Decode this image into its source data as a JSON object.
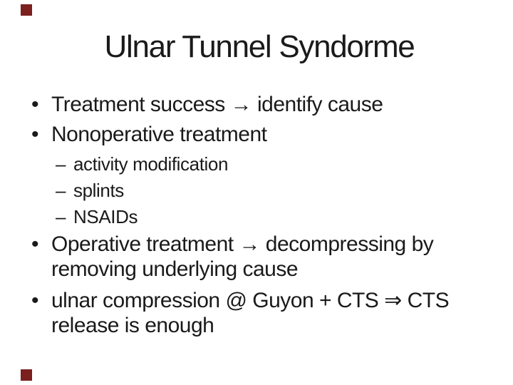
{
  "slide": {
    "title": "Ulnar Tunnel Syndorme",
    "bullet_glyph": "•",
    "dash_glyph": "–",
    "bullets": {
      "b1": "Treatment success → identify cause",
      "b2": "Nonoperative treatment",
      "b3": "Operative treatment → decompressing by\nremoving underlying cause",
      "b4": "ulnar compression @ Guyon + CTS ⇒ CTS\nrelease is enough"
    },
    "sub_bullets": {
      "s1": "activity modification",
      "s2": "splints",
      "s3": "NSAIDs"
    },
    "decor": {
      "corner_square_color": "#7B1F1F",
      "background_color": "#FFFFFF",
      "text_color": "#1A1A1A"
    }
  }
}
